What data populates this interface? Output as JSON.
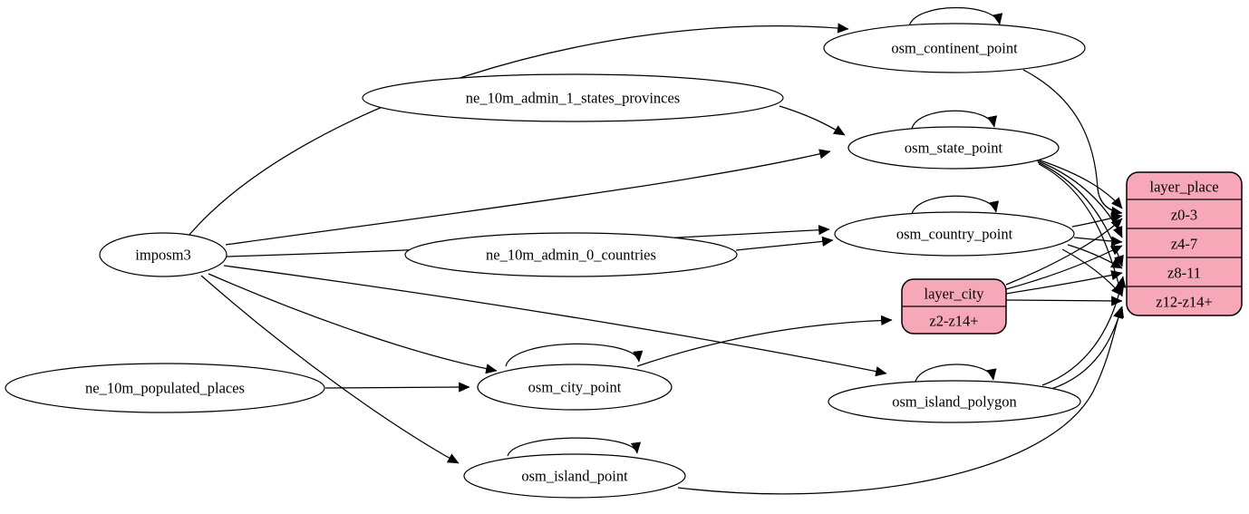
{
  "diagram": {
    "type": "etl-graph",
    "background": "#ffffff",
    "edge_color": "#000000",
    "ellipse_fill": "#ffffff",
    "record_fill": "#f7a8b8",
    "node_stroke": "#000000",
    "nodes": [
      {
        "id": "imposm3",
        "shape": "ellipse",
        "label": "imposm3"
      },
      {
        "id": "ne_10m_populated_places",
        "shape": "ellipse",
        "label": "ne_10m_populated_places"
      },
      {
        "id": "ne_10m_admin_1_states_provinces",
        "shape": "ellipse",
        "label": "ne_10m_admin_1_states_provinces"
      },
      {
        "id": "ne_10m_admin_0_countries",
        "shape": "ellipse",
        "label": "ne_10m_admin_0_countries"
      },
      {
        "id": "osm_continent_point",
        "shape": "ellipse",
        "label": "osm_continent_point"
      },
      {
        "id": "osm_state_point",
        "shape": "ellipse",
        "label": "osm_state_point"
      },
      {
        "id": "osm_country_point",
        "shape": "ellipse",
        "label": "osm_country_point"
      },
      {
        "id": "osm_city_point",
        "shape": "ellipse",
        "label": "osm_city_point"
      },
      {
        "id": "osm_island_polygon",
        "shape": "ellipse",
        "label": "osm_island_polygon"
      },
      {
        "id": "osm_island_point",
        "shape": "ellipse",
        "label": "osm_island_point"
      },
      {
        "id": "layer_city",
        "shape": "record",
        "title": "layer_city",
        "rows": [
          "z2-z14+"
        ]
      },
      {
        "id": "layer_place",
        "shape": "record",
        "title": "layer_place",
        "rows": [
          "z0-3",
          "z4-7",
          "z8-11",
          "z12-z14+"
        ]
      }
    ],
    "edges": [
      {
        "from": "imposm3",
        "to": "osm_continent_point"
      },
      {
        "from": "imposm3",
        "to": "osm_state_point"
      },
      {
        "from": "imposm3",
        "to": "osm_country_point"
      },
      {
        "from": "imposm3",
        "to": "osm_city_point"
      },
      {
        "from": "imposm3",
        "to": "osm_island_polygon"
      },
      {
        "from": "imposm3",
        "to": "osm_island_point"
      },
      {
        "from": "ne_10m_admin_1_states_provinces",
        "to": "osm_state_point"
      },
      {
        "from": "ne_10m_admin_0_countries",
        "to": "osm_country_point"
      },
      {
        "from": "ne_10m_populated_places",
        "to": "osm_city_point"
      },
      {
        "from": "osm_continent_point",
        "to": "osm_continent_point"
      },
      {
        "from": "osm_state_point",
        "to": "osm_state_point"
      },
      {
        "from": "osm_country_point",
        "to": "osm_country_point"
      },
      {
        "from": "osm_city_point",
        "to": "osm_city_point"
      },
      {
        "from": "osm_island_polygon",
        "to": "osm_island_polygon"
      },
      {
        "from": "osm_island_point",
        "to": "osm_island_point"
      },
      {
        "from": "osm_city_point",
        "to": "layer_city:z2-z14+"
      },
      {
        "from": "osm_continent_point",
        "to": "layer_place:z0-3"
      },
      {
        "from": "osm_state_point",
        "to": "layer_place:z0-3"
      },
      {
        "from": "osm_state_point",
        "to": "layer_place:z4-7"
      },
      {
        "from": "osm_state_point",
        "to": "layer_place:z8-11"
      },
      {
        "from": "osm_state_point",
        "to": "layer_place:z12-z14+"
      },
      {
        "from": "osm_country_point",
        "to": "layer_place:z0-3"
      },
      {
        "from": "osm_country_point",
        "to": "layer_place:z4-7"
      },
      {
        "from": "osm_country_point",
        "to": "layer_place:z8-11"
      },
      {
        "from": "osm_country_point",
        "to": "layer_place:z12-z14+"
      },
      {
        "from": "layer_city",
        "to": "layer_place:z0-3"
      },
      {
        "from": "layer_city",
        "to": "layer_place:z4-7"
      },
      {
        "from": "layer_city",
        "to": "layer_place:z8-11"
      },
      {
        "from": "layer_city",
        "to": "layer_place:z12-z14+"
      },
      {
        "from": "osm_island_polygon",
        "to": "layer_place:z8-11"
      },
      {
        "from": "osm_island_polygon",
        "to": "layer_place:z12-z14+"
      },
      {
        "from": "osm_island_point",
        "to": "layer_place:z12-z14+"
      }
    ]
  }
}
